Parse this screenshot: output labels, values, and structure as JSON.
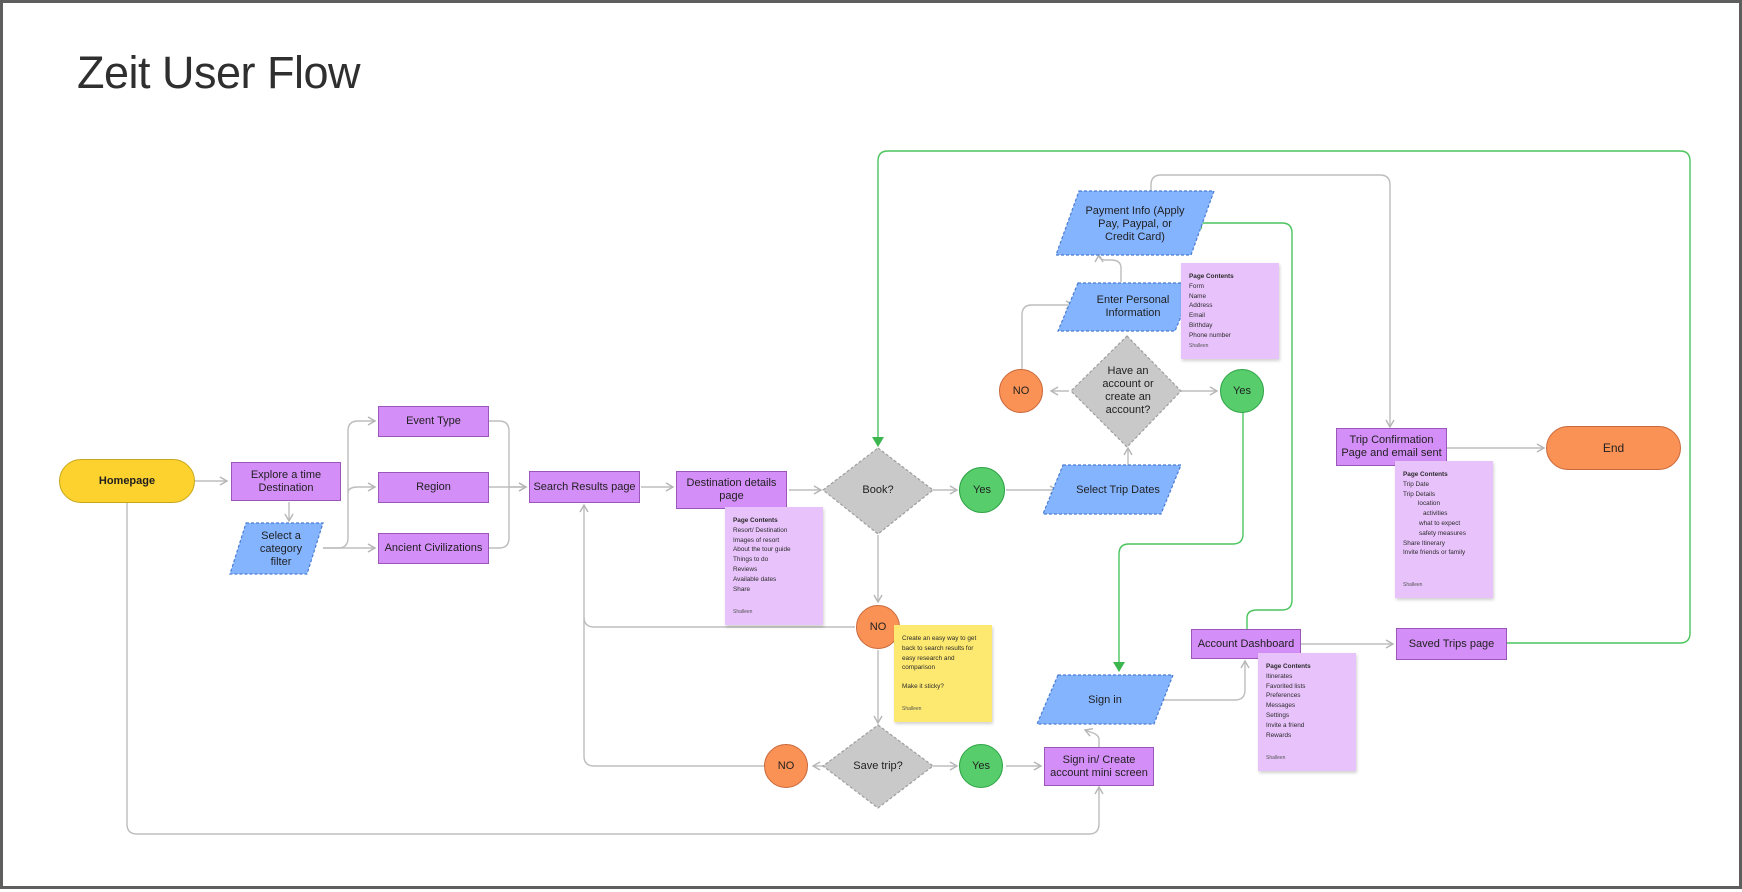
{
  "title": "Zeit User Flow",
  "colors": {
    "page_frame": "#5e5e5e",
    "screen": "#d48ef7",
    "input": "#85b4ff",
    "decision": "#c9c9c9",
    "start": "#fdd12e",
    "end_and_no": "#fa9256",
    "yes": "#57cd6c",
    "note": "#e8c3fb",
    "sticky": "#fde970",
    "connector": "#bdbdbd",
    "loop_connector": "#4cc45d"
  },
  "nodes": {
    "homepage": "Homepage",
    "explore_time": "Explore a time Destination",
    "select_category": "Select a category filter",
    "event_type": "Event Type",
    "region": "Region",
    "ancient_civilizations": "Ancient Civilizations",
    "search_results": "Search Results page",
    "destination_details": "Destination details page",
    "book": "Book?",
    "book_yes": "Yes",
    "book_no": "NO",
    "select_trip_dates": "Select Trip Dates",
    "have_account": "Have an account or create an account?",
    "account_no": "NO",
    "account_yes": "Yes",
    "enter_personal_info": "Enter Personal Information",
    "payment_info": "Payment Info (Apply Pay, Paypal, or Credit Card)",
    "save_trip": "Save trip?",
    "save_no": "NO",
    "save_yes": "Yes",
    "sign_in_create": "Sign in/ Create account mini screen",
    "sign_in": "Sign in",
    "account_dashboard": "Account Dashboard",
    "saved_trips": "Saved Trips page",
    "trip_confirmation": "Trip Confirmation Page and email sent",
    "end": "End"
  },
  "notes": {
    "destination": {
      "title": "Page Contents",
      "items": [
        "Resort/ Destination",
        "Images of resort",
        "About the tour guide",
        "Things to do",
        "Reviews",
        "Available dates",
        "Share"
      ],
      "author": "Shalleen"
    },
    "personal_info": {
      "title": "Page Contents",
      "items": [
        "Form",
        "Name",
        "Address",
        "Email",
        "Birthday",
        "Phone number"
      ],
      "author": "Shalleen"
    },
    "trip_confirmation": {
      "title": "Page Contents",
      "items": [
        "Trip Date",
        "Trip Details",
        "location",
        "activities",
        "what to expect",
        "safety measures",
        "Share Itinerary",
        "Invite friends or family"
      ],
      "author": "Shalleen"
    },
    "dashboard": {
      "title": "Page Contents",
      "items": [
        "Itinerates",
        "Favorited lists",
        "Preferences",
        "Messages",
        "Settings",
        "Invite a friend",
        "Rewards"
      ],
      "author": "Shalleen"
    },
    "sticky": {
      "line1": "Create an easy way to get back to search results for easy research and comparison",
      "line2": "Make it sticky?",
      "author": "Shalleen"
    }
  }
}
